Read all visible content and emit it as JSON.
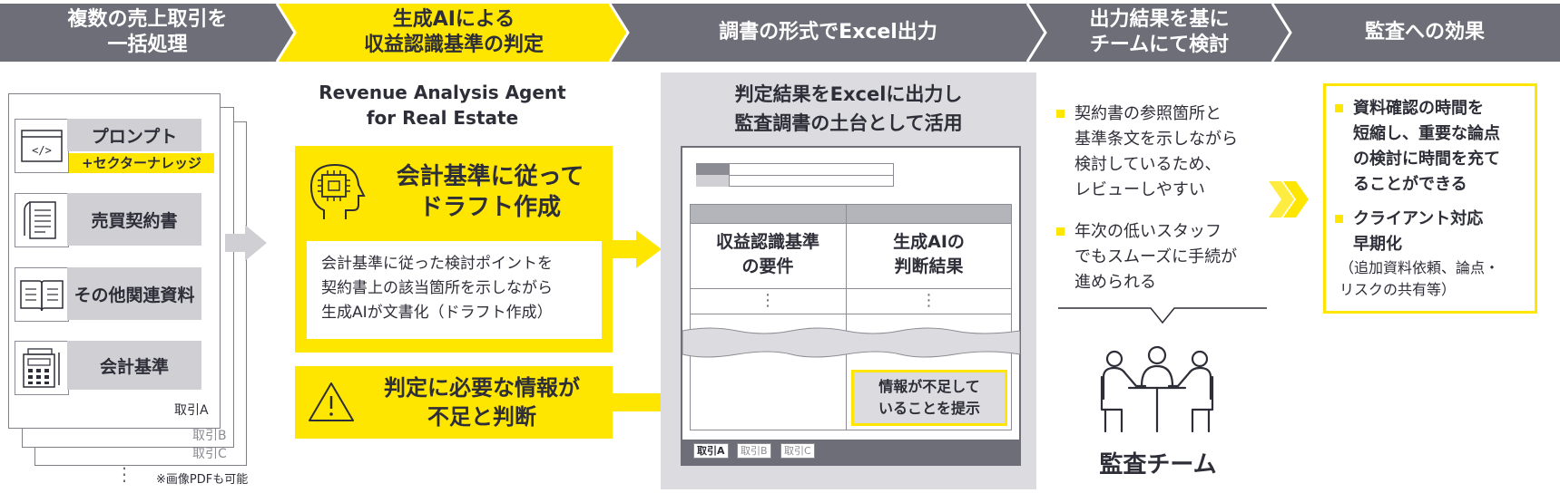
{
  "colors": {
    "dark_step": "#6e6e78",
    "accent": "#ffe600",
    "light_gray": "#d9d9df",
    "text": "#2e2e38"
  },
  "steps": [
    {
      "label": "複数の売上取引を\n一括処理"
    },
    {
      "label": "生成AIによる\n収益認識基準の判定"
    },
    {
      "label": "調書の形式でExcel出力"
    },
    {
      "label": "出力結果を基に\nチームにて検討"
    },
    {
      "label": "監査への効果"
    }
  ],
  "inputs": {
    "items": [
      {
        "label": "プロンプト",
        "icon": "code-window-icon"
      },
      {
        "label": "売買契約書",
        "icon": "contract-scroll-icon"
      },
      {
        "label": "その他関連資料",
        "icon": "open-book-icon"
      },
      {
        "label": "会計基準",
        "icon": "calculator-icon"
      }
    ],
    "sector_tag": "+セクターナレッジ",
    "doc_labels": [
      "取引A",
      "取引B",
      "取引C"
    ],
    "footnote": "※画像PDFも可能"
  },
  "agent": {
    "title_line1": "Revenue Analysis Agent",
    "title_line2": "for Real Estate",
    "draft_heading": "会計基準に従って\nドラフト作成",
    "draft_body": "会計基準に従った検討ポイントを\n契約書上の該当箇所を示しながら\n生成AIが文書化（ドラフト作成）",
    "insufficient_heading": "判定に必要な情報が\n不足と判断"
  },
  "excel": {
    "heading": "判定結果をExcelに出力し\n監査調書の土台として活用",
    "col1_header": "収益認識基準\nの要件",
    "col2_header": "生成AIの\n判断結果",
    "ellipsis": "⋮",
    "insufficient_note": "情報が不足して\nいることを提示",
    "sheet_tabs": [
      "取引A",
      "取引B",
      "取引C"
    ]
  },
  "team": {
    "bullets": [
      "契約書の参照箇所と\n基準条文を示しながら\n検討しているため、\nレビューしやすい",
      "年次の低いスタッフ\nでもスムーズに手続が\n進められる"
    ],
    "label": "監査チーム"
  },
  "effects": {
    "bullets": [
      "資料確認の時間を\n短縮し、重要な論点\nの検討に時間を充て\nることができる",
      "クライアント対応\n早期化"
    ],
    "note": "（追加資料依頼、論点・\nリスクの共有等）"
  }
}
